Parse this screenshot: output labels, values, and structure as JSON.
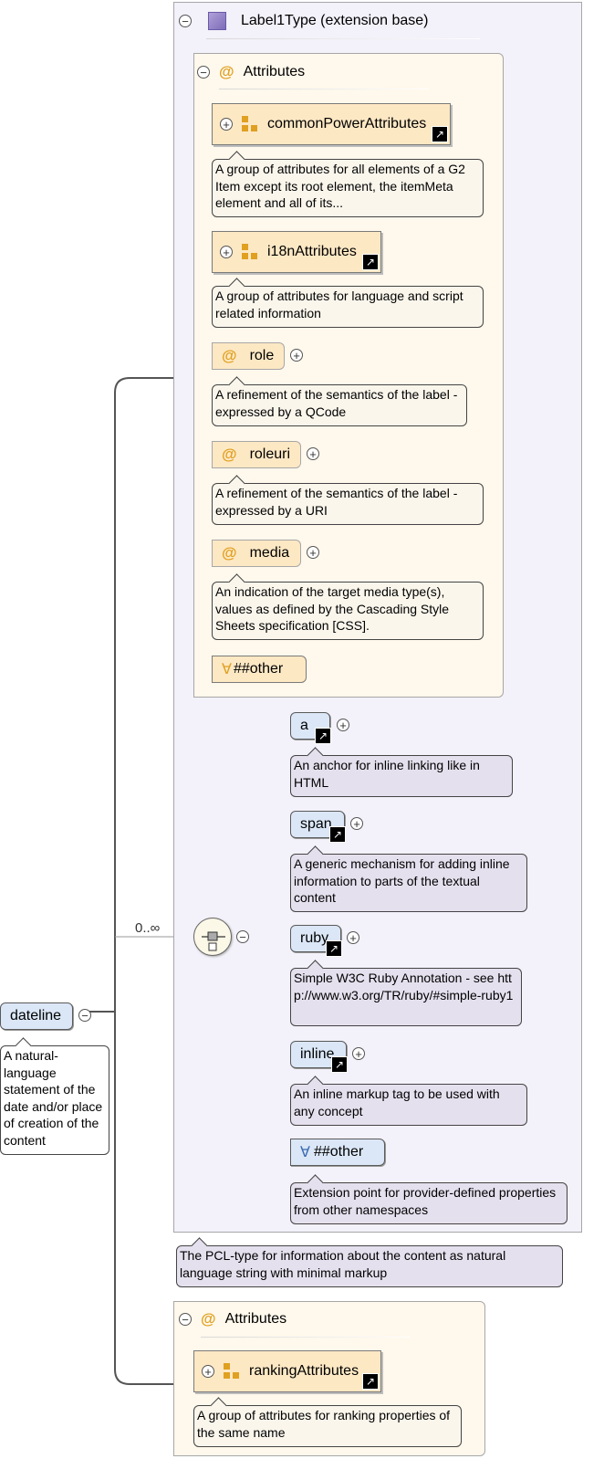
{
  "extension": {
    "title": "Label1Type (extension base)"
  },
  "attributes_main": {
    "title": "Attributes",
    "common_group": {
      "name": "commonPowerAttributes",
      "note": "A group of attributes for all elements of a G2 Item except its root element, the itemMeta element and all of its..."
    },
    "i18n_group": {
      "name": "i18nAttributes",
      "note": "A group of attributes for language and script related information"
    },
    "role": {
      "name": "role",
      "note": "A refinement of the semantics of the label - expressed by a QCode"
    },
    "roleuri": {
      "name": "roleuri",
      "note": "A refinement of the semantics of the label - expressed by a URI"
    },
    "media": {
      "name": "media",
      "note": "An indication of the target media type(s), values as defined by the Cascading Style Sheets specification [CSS]."
    },
    "any_other": "##other"
  },
  "sequence": {
    "cardinality": "0..∞",
    "elements": [
      {
        "name": "a",
        "note": "An anchor for inline linking like in HTML"
      },
      {
        "name": "span",
        "note": "A generic mechanism for adding inline information to parts of the textual content"
      },
      {
        "name": "ruby",
        "note": "Simple W3C Ruby Annotation - see http://www.w3.org/TR/ruby/#simple-ruby1"
      },
      {
        "name": "inline",
        "note": "An inline markup tag to be used with any concept"
      }
    ],
    "any_other": {
      "name": "##other",
      "note": "Extension point for provider-defined properties from other namespaces"
    }
  },
  "extension_note": "The PCL-type for information about the content as natural language string with minimal markup",
  "root": {
    "name": "dateline",
    "note": "A natural-language statement of the date and/or place of creation of the content"
  },
  "attributes_bottom": {
    "title": "Attributes",
    "group": {
      "name": "rankingAttributes",
      "note": "A group of attributes for ranking properties of the same name"
    }
  },
  "symbols": {
    "collapse": "−",
    "expand": "+",
    "link": "↗",
    "at": "@",
    "forall": "∀"
  },
  "colors": {
    "extension_bg": "#f3f1f9",
    "attributes_bg": "#fff8ec",
    "element_bg": "#dbe7f7",
    "attribute_icon": "#e0a020",
    "note_purple": "#e5e0ee"
  }
}
